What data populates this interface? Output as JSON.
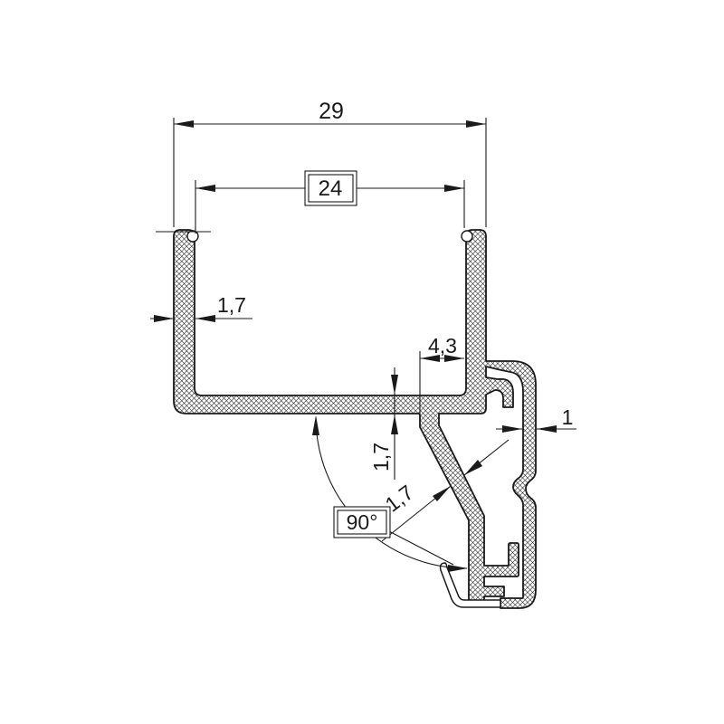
{
  "drawing": {
    "title": "profile-cross-section",
    "units": "mm",
    "colors": {
      "line": "#1a1a1a",
      "background": "#ffffff"
    },
    "dimensions": {
      "overall_width": "29",
      "opening_width": "24",
      "left_wall_thickness": "1,7",
      "bottom_wall_thickness": "1,7",
      "seal_lip_thickness": "1,7",
      "step_width": "4,3",
      "seal_wall_thickness": "1",
      "angle": "90°"
    }
  }
}
